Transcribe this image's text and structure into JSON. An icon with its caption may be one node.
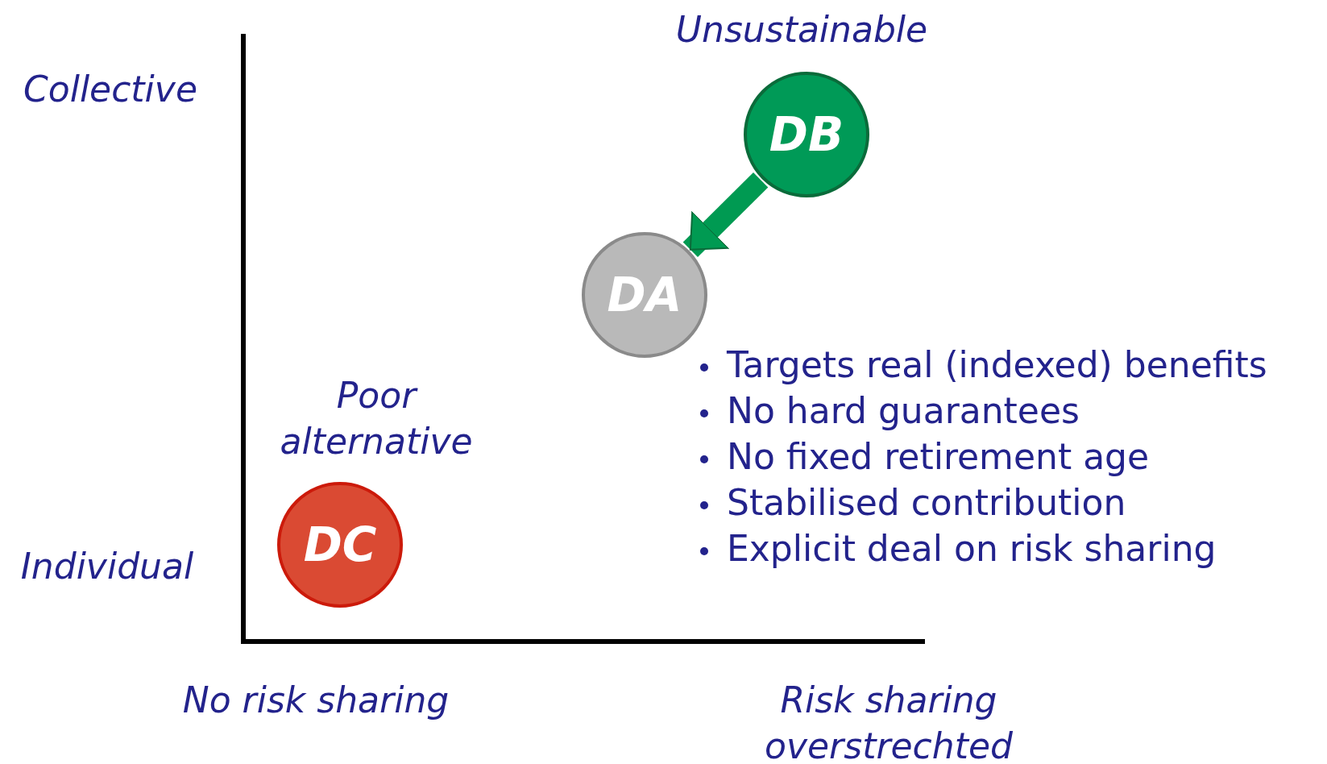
{
  "diagram": {
    "nodes": [
      {
        "text": [
          "DB"
        ],
        "beside": [
          "Unsustainable"
        ]
      },
      {
        "text": [
          "DA"
        ]
      },
      {
        "text": [
          "DC"
        ],
        "beside": [
          "Poor alternative"
        ]
      }
    ],
    "edges": [
      {
        "from": 0,
        "to": 1,
        "arrow": "to"
      }
    ],
    "labels": [
      "Collective",
      "Targets real (indexed) benefits",
      "No hard guarantees",
      "No fixed retirement age",
      "Stabilised contribution",
      "Explicit deal on risk sharing",
      "Individual",
      "No risk sharing",
      "Risk sharing overstrechted"
    ]
  }
}
